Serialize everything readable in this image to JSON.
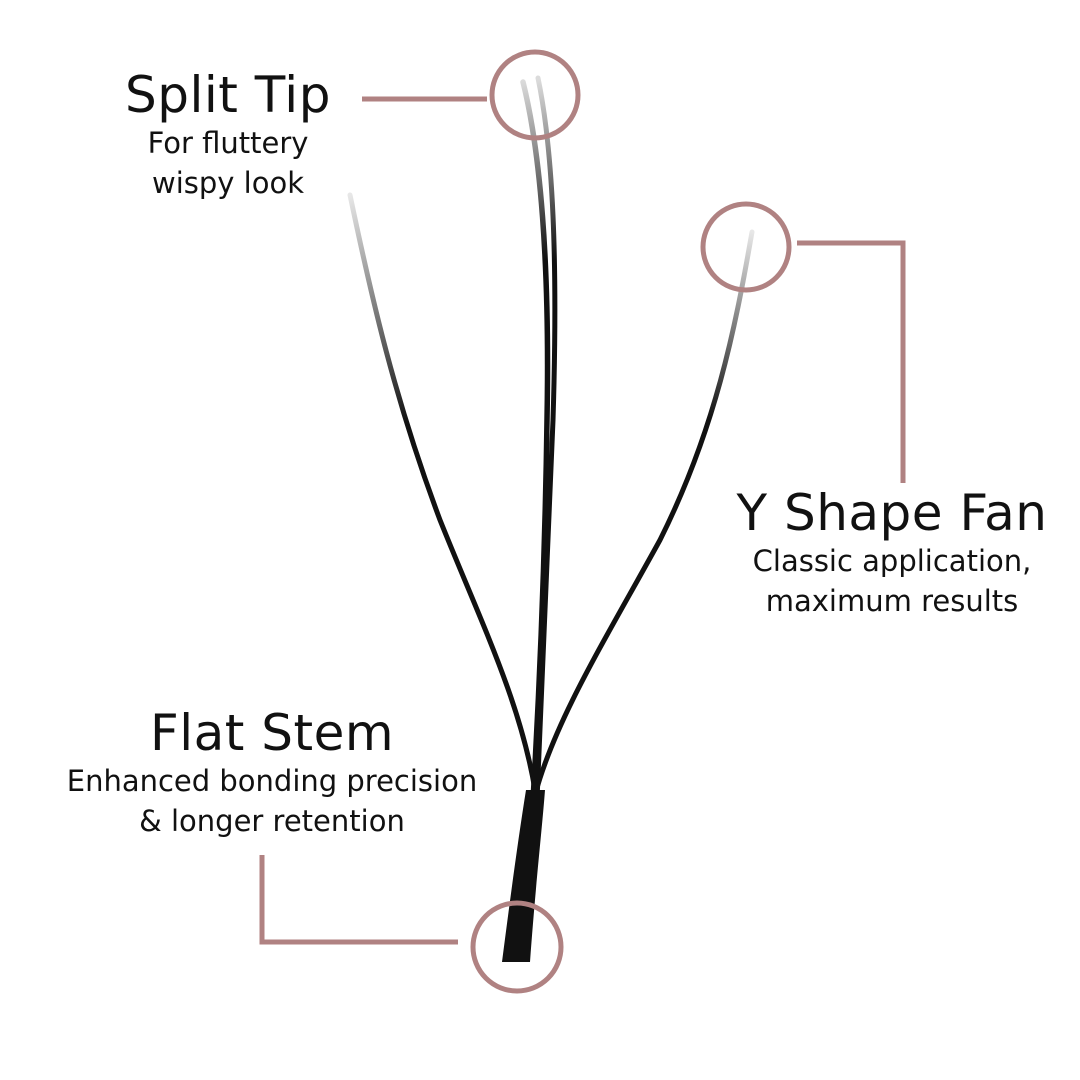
{
  "callouts": {
    "split_tip": {
      "title": "Split Tip",
      "line1": "For fluttery",
      "line2": "wispy look"
    },
    "y_shape_fan": {
      "title": "Y Shape Fan",
      "line1": "Classic application,",
      "line2": "maximum results"
    },
    "flat_stem": {
      "title": "Flat Stem",
      "line1": "Enhanced bonding precision",
      "line2": "& longer retention"
    }
  },
  "colors": {
    "callout_accent": "#b08282",
    "lash": "#111111",
    "text": "#111111",
    "background": "#ffffff"
  }
}
